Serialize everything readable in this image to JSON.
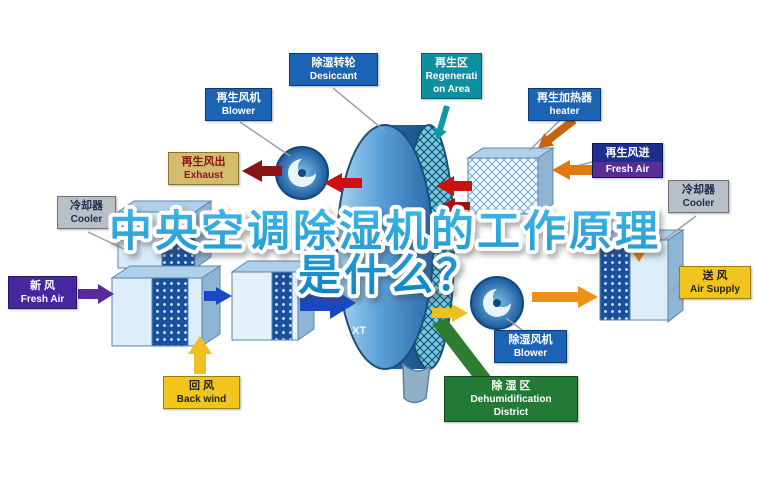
{
  "title": {
    "line1": "中央空调除湿机的工作原理",
    "line2": "是什么？"
  },
  "wheel": {
    "watermark": "XT"
  },
  "labels": {
    "regen_blower": {
      "zh": "再生风机",
      "en": "Blower"
    },
    "desiccant": {
      "zh": "除湿转轮",
      "en": "Desiccant"
    },
    "regen_area": {
      "zh": "再生区",
      "en_line1": "Regenerati",
      "en_line2": "on Area"
    },
    "regen_heater": {
      "zh": "再生加热器",
      "en": "heater"
    },
    "exhaust": {
      "zh": "再生风出",
      "en": "Exhaust"
    },
    "regen_fresh_air": {
      "zh": "再生风进",
      "en": "Fresh Air"
    },
    "cooler_left": {
      "zh": "冷却器",
      "en": "Cooler"
    },
    "cooler_right": {
      "zh": "冷却器",
      "en": "Cooler"
    },
    "fresh_air": {
      "zh": "新  风",
      "en": "Fresh Air"
    },
    "air_supply": {
      "zh": "送  风",
      "en": "Air Supply"
    },
    "back_wind": {
      "zh": "回  风",
      "en": "Back wind"
    },
    "dehumid_blower": {
      "zh": "除湿风机",
      "en": "Blower"
    },
    "dehumid_area": {
      "zh": "除 湿 区",
      "en_line1": "Dehumidification",
      "en_line2": "District"
    }
  },
  "colors": {
    "label_blue": "#1a63b5",
    "label_teal": "#0e8fa0",
    "label_khaki": "#d2bd6e",
    "label_navy": "#1c2f8c",
    "label_purple_band": "#5a2d96",
    "label_gray": "#b9bfc6",
    "label_purple": "#46279e",
    "label_yellow": "#f2c51d",
    "label_green": "#217a36",
    "arrow_red": "#cc1111",
    "arrow_dark_red": "#8b1515",
    "arrow_orange": "#e07b10",
    "arrow_yellow": "#f0c020",
    "arrow_purple": "#5a2a9a",
    "arrow_blue": "#1848c8",
    "arrow_teal": "#0e98a8",
    "title_blue": "#1f9ed9",
    "wheel_blue": "#2a6aaa"
  }
}
